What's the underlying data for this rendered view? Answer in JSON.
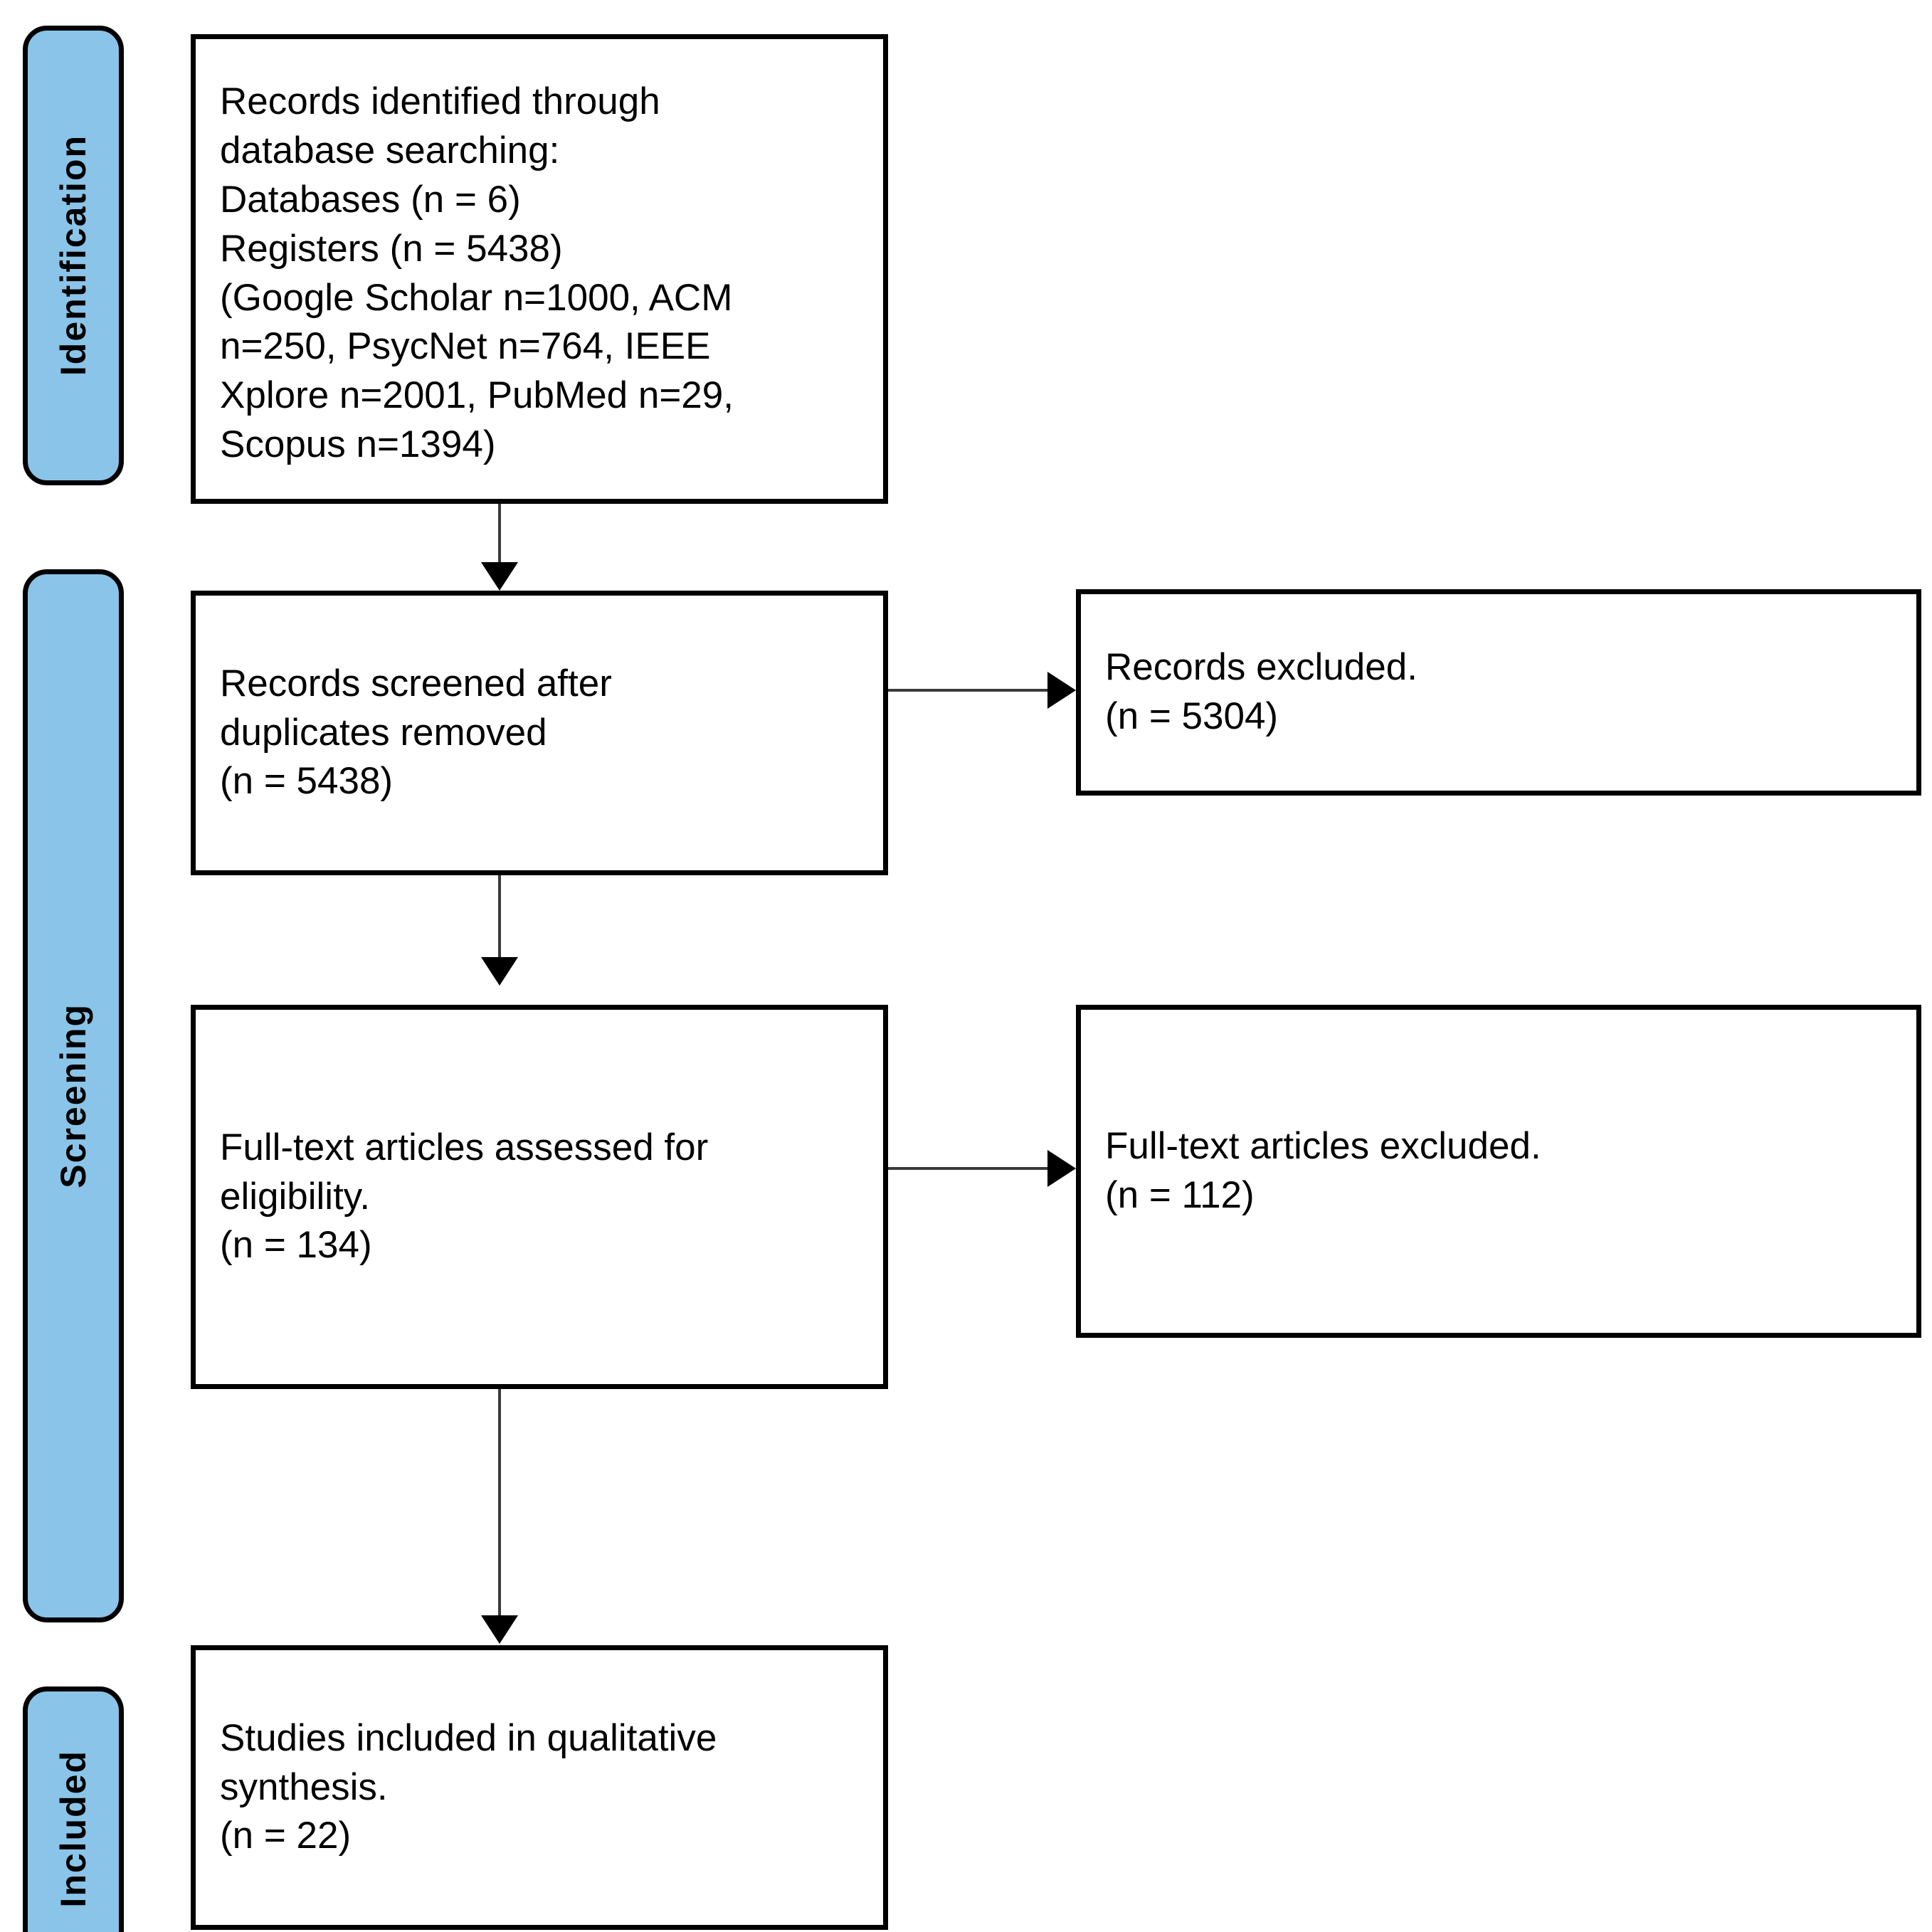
{
  "diagram": {
    "type": "PRISMA flow diagram",
    "stages": [
      {
        "id": "identification",
        "label": "Identification"
      },
      {
        "id": "screening",
        "label": "Screening"
      },
      {
        "id": "included",
        "label": "Included"
      }
    ],
    "boxes": {
      "identified": {
        "text": "Records identified through\ndatabase searching:\n    Databases (n = 6)\n    Registers (n = 5438)\n    (Google Scholar n=1000, ACM\nn=250, PsycNet n=764, IEEE\nXplore n=2001, PubMed n=29,\nScopus n=1394)"
      },
      "screened": {
        "text": "Records screened after\nduplicates removed\n(n = 5438)"
      },
      "records_excluded": {
        "text": "Records excluded.\n(n = 5304)"
      },
      "fulltext_assessed": {
        "text": "Full-text articles assessed for\neligibility.\n(n = 134)"
      },
      "fulltext_excluded": {
        "text": "Full-text articles excluded.\n(n = 112)"
      },
      "included_studies": {
        "text": "Studies included in qualitative\nsynthesis.\n(n = 22)"
      }
    },
    "counts": {
      "databases": 6,
      "registers": 5438,
      "google_scholar": 1000,
      "acm": 250,
      "psycnet": 764,
      "ieee_xplore": 2001,
      "pubmed": 29,
      "scopus": 1394,
      "records_screened": 5438,
      "records_excluded": 5304,
      "fulltext_assessed": 134,
      "fulltext_excluded": 112,
      "studies_included": 22
    },
    "colors": {
      "stage_fill": "#8ac4e8",
      "stroke": "#000000",
      "box_fill": "#ffffff",
      "connector": "#3a3a3a"
    }
  }
}
